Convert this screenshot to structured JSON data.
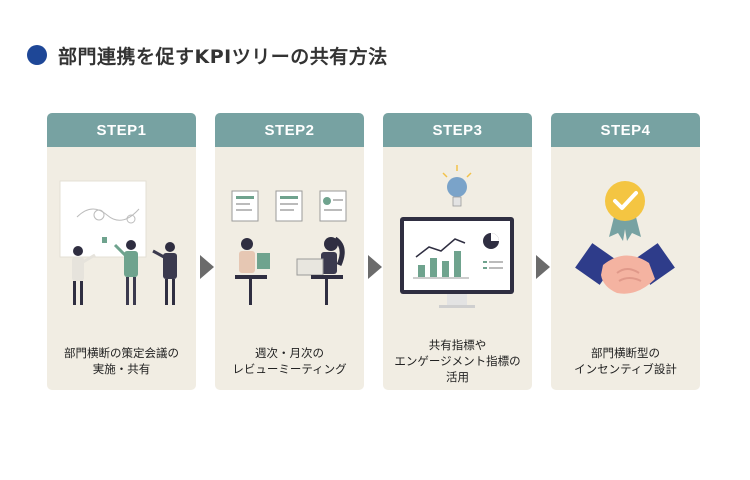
{
  "title": "部門連携を促すKPIツリーの共有方法",
  "steps": [
    {
      "label": "STEP1",
      "lines": [
        "部門横断の策定会議の",
        "実施・共有"
      ]
    },
    {
      "label": "STEP2",
      "lines": [
        "週次・月次の",
        "レビューミーティング"
      ]
    },
    {
      "label": "STEP3",
      "lines": [
        "共有指標や",
        "エンゲージメント指標の",
        "活用"
      ]
    },
    {
      "label": "STEP4",
      "lines": [
        "部門横断型の",
        "インセンティブ設計"
      ]
    }
  ],
  "colors": {
    "accent_dot": "#1e4797",
    "step_header": "#77a2a2",
    "card_bg": "#f1ede3",
    "arrow": "#6b6b6b"
  },
  "icons": [
    "whiteboard-meeting-illustration",
    "review-meeting-illustration",
    "monitor-chart-lightbulb-illustration",
    "handshake-medal-illustration"
  ]
}
